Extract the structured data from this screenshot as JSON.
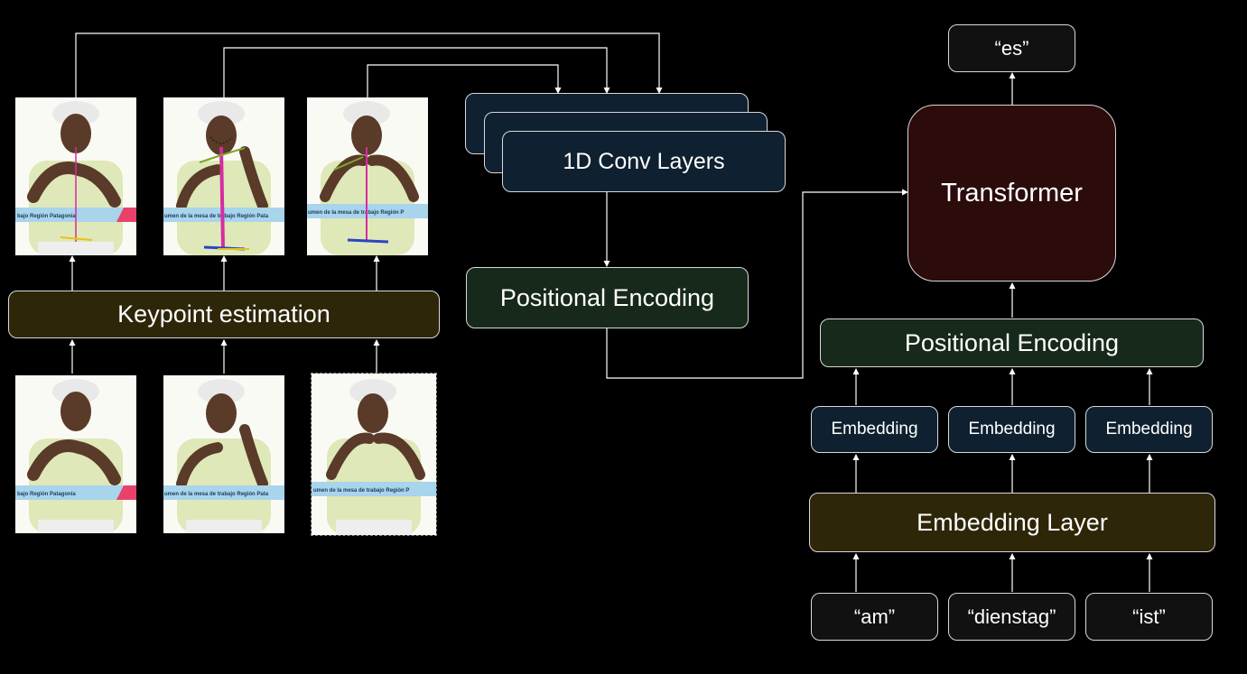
{
  "output_token": "“es”",
  "transformer_label": "Transformer",
  "conv_label": "1D Conv Layers",
  "left_positional_encoding": "Positional Encoding",
  "right_positional_encoding": "Positional Encoding",
  "keypoint_estimation": "Keypoint estimation",
  "embedding_layer": "Embedding Layer",
  "embeddings": [
    "Embedding",
    "Embedding",
    "Embedding"
  ],
  "input_tokens": [
    "“am”",
    "“dienstag”",
    "“ist”"
  ],
  "frames": {
    "banner_texts": [
      "bajo Región Patagonia",
      "umen de la mesa de trabajo Región Pata",
      "umen de la mesa de trabajo Región P"
    ],
    "colors": {
      "shirt": "#dfe8b8",
      "skin": "#5a3a28",
      "hat": "#e9e9e9",
      "banner": "#a8d4ec",
      "pose_pink": "#d62ca0",
      "pose_green": "#7ea72a",
      "pose_blue": "#2a44c8",
      "pose_yellow": "#e6c21a"
    }
  },
  "colors": {
    "background": "#000000",
    "navy_box": "#0f2030",
    "olive_box": "#2e2608",
    "green_box": "#17291a",
    "maroon_box": "#2c0b0b",
    "token_box": "#111111",
    "arrow": "#ffffff"
  }
}
